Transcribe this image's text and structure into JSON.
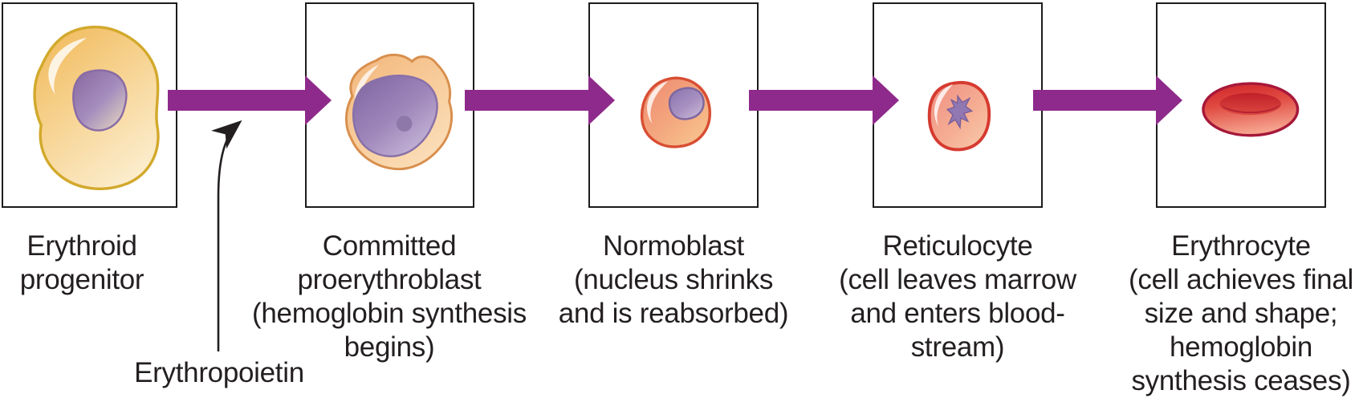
{
  "stages": [
    {
      "id": "erythroid-progenitor",
      "lines": [
        "Erythroid",
        "progenitor"
      ]
    },
    {
      "id": "committed-proerythroblast",
      "lines": [
        "Committed",
        "proerythroblast",
        "(hemoglobin synthesis",
        "begins)"
      ]
    },
    {
      "id": "normoblast",
      "lines": [
        "Normoblast",
        "(nucleus shrinks",
        "and is reabsorbed)"
      ]
    },
    {
      "id": "reticulocyte",
      "lines": [
        "Reticulocyte",
        "(cell leaves marrow",
        "and enters blood-",
        "stream)"
      ]
    },
    {
      "id": "erythrocyte",
      "lines": [
        "Erythrocyte",
        "(cell achieves final",
        "size and shape;",
        "hemoglobin",
        "synthesis ceases)"
      ]
    }
  ],
  "annotation": {
    "label": "Erythropoietin"
  },
  "colors": {
    "arrow_color": "#8E2A8B",
    "box_border_color": "#1c1c1c",
    "text_color": "#231F20",
    "progenitor_membrane": "#D2A92C",
    "proerythroblast_membrane": "#D88F4D",
    "normoblast_membrane": "#D84E33",
    "reticulocyte_membrane": "#D63B30",
    "erythrocyte_rim": "#A6183A",
    "nucleus_purple": "#8C70AB"
  }
}
